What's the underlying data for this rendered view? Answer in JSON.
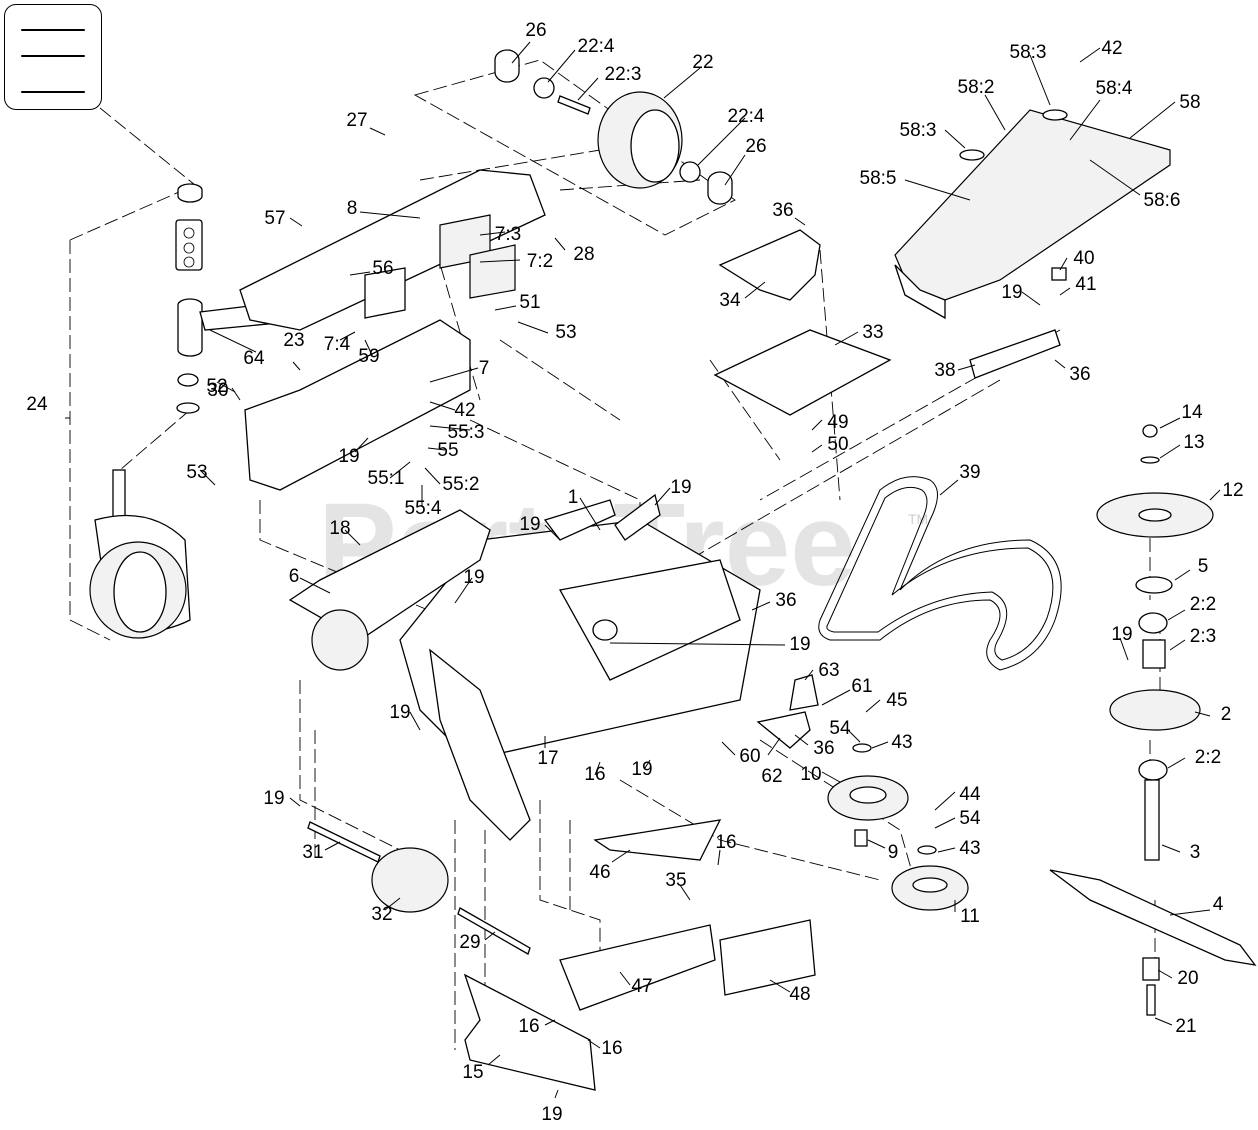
{
  "watermark": {
    "text": "PartsTree",
    "trademark": "TM"
  },
  "legend": {
    "icon": "hamburger-lines-icon",
    "lines": 3
  },
  "callouts": [
    "26",
    "22:4",
    "22:3",
    "22",
    "22:4",
    "26",
    "27",
    "8",
    "57",
    "28",
    "7:3",
    "7:2",
    "56",
    "51",
    "53",
    "7:4",
    "59",
    "23",
    "64",
    "30",
    "52",
    "24",
    "7",
    "42",
    "55:3",
    "55",
    "19",
    "53",
    "55:1",
    "55:2",
    "55:4",
    "18",
    "1",
    "19",
    "19",
    "6",
    "19",
    "36",
    "19",
    "19",
    "17",
    "16",
    "19",
    "19",
    "31",
    "32",
    "29",
    "46",
    "16",
    "35",
    "47",
    "48",
    "16",
    "16",
    "15",
    "19",
    "58:3",
    "42",
    "58:2",
    "58:4",
    "58",
    "58:3",
    "58:5",
    "58:6",
    "36",
    "34",
    "33",
    "40",
    "19",
    "41",
    "38",
    "36",
    "49",
    "50",
    "39",
    "14",
    "13",
    "12",
    "5",
    "2:2",
    "19",
    "2:3",
    "2",
    "2:2",
    "3",
    "4",
    "20",
    "21",
    "63",
    "61",
    "45",
    "54",
    "43",
    "36",
    "62",
    "60",
    "10",
    "44",
    "54",
    "43",
    "9",
    "11"
  ]
}
